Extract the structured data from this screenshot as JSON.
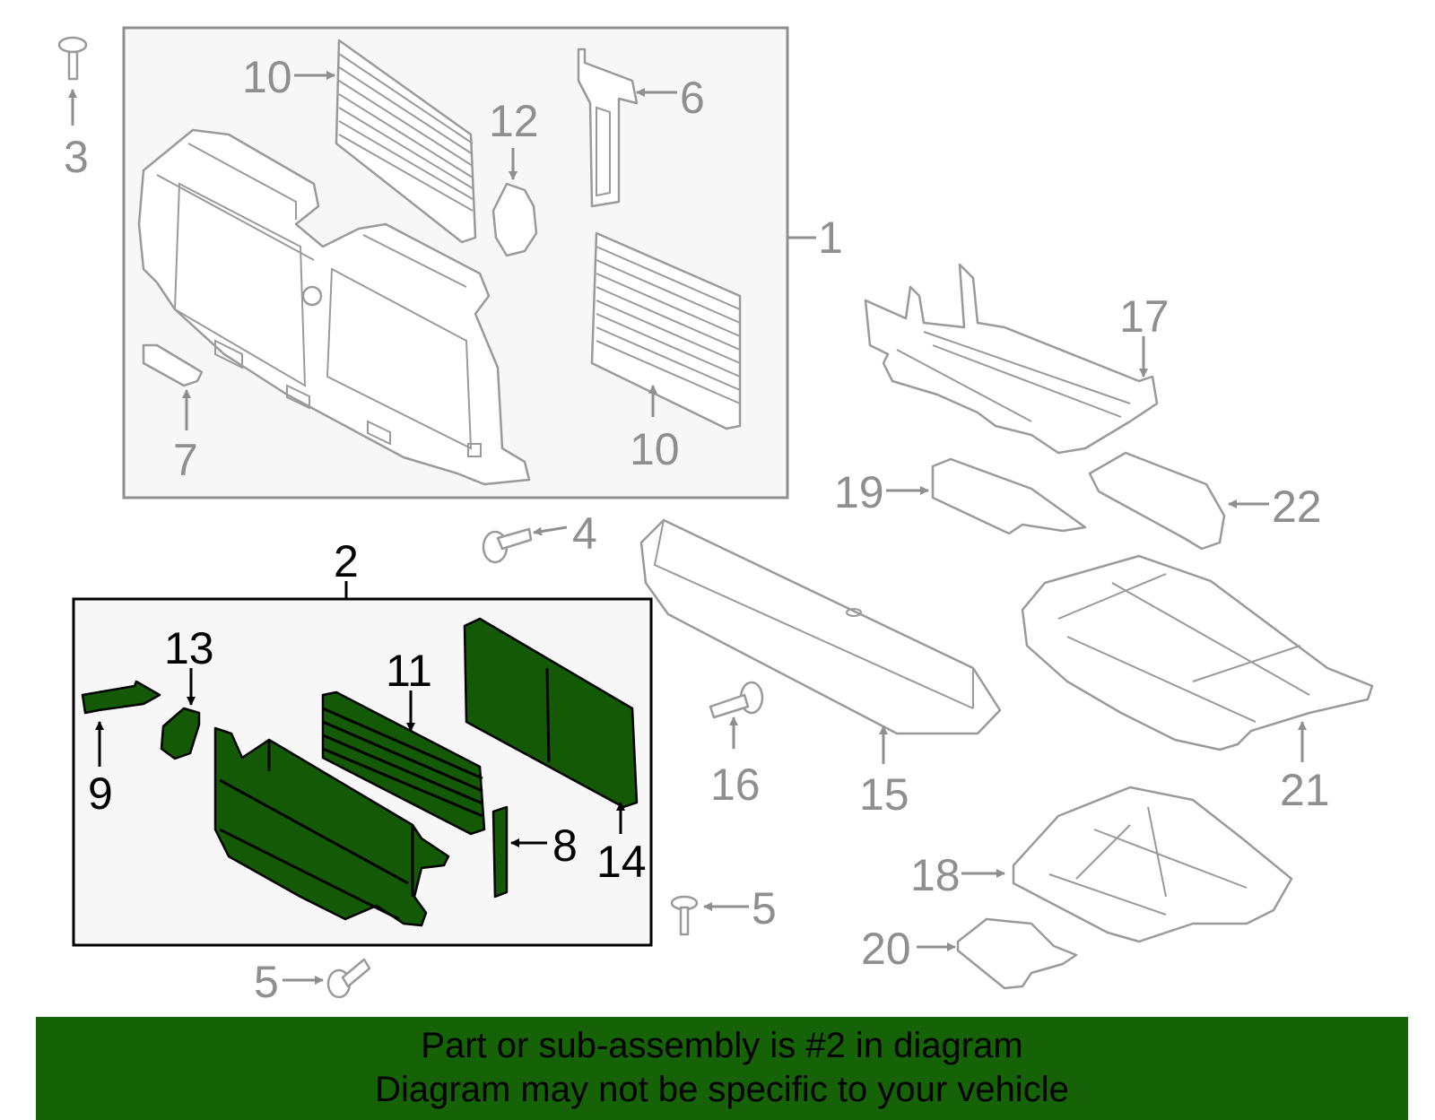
{
  "colors": {
    "highlight": "#145a06",
    "banner": "#156306",
    "callout_grey": "#8f8f8f",
    "box_fill": "#f7f7f7"
  },
  "callouts": {
    "c1": "1",
    "c2": "2",
    "c3": "3",
    "c4": "4",
    "c5a": "5",
    "c5b": "5",
    "c6": "6",
    "c7": "7",
    "c8": "8",
    "c9": "9",
    "c10a": "10",
    "c10b": "10",
    "c11": "11",
    "c12": "12",
    "c13": "13",
    "c14": "14",
    "c15": "15",
    "c16": "16",
    "c17": "17",
    "c18": "18",
    "c19": "19",
    "c20": "20",
    "c21": "21",
    "c22": "22"
  },
  "banner": {
    "line1": "Part or sub-assembly is #2 in diagram",
    "line2": "Diagram may not be specific to your vehicle"
  }
}
